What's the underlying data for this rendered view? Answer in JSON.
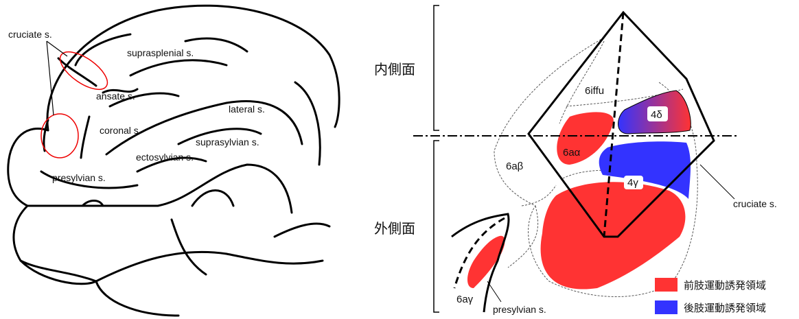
{
  "left_figure": {
    "labels": {
      "cruciate": "cruciate s.",
      "suprasplenial": "suprasplenial s.",
      "ansate": "ansate s.",
      "lateral": "lateral s.",
      "coronal": "coronal s.",
      "suprasylvian": "suprasylvian s.",
      "ectosylvian": "ectosylvian s.",
      "presylvian": "presylvian s."
    }
  },
  "right_figure": {
    "side_labels": {
      "medial": "内側面",
      "lateral": "外側面"
    },
    "areas": {
      "a6iffu": "6iffu",
      "a4delta": "4δ",
      "a6aalpha": "6aα",
      "a6abeta": "6aβ",
      "a4gamma": "4γ",
      "a6agamma": "6aγ"
    },
    "sulci": {
      "cruciate": "cruciate s.",
      "presylvian": "presylvian s."
    },
    "colors": {
      "forelimb": "#ff3333",
      "hindlimb": "#3333ff"
    },
    "legend": [
      {
        "label": "前肢運動誘発領域",
        "color": "#ff3333"
      },
      {
        "label": "後肢運動誘発領域",
        "color": "#3333ff"
      }
    ]
  }
}
